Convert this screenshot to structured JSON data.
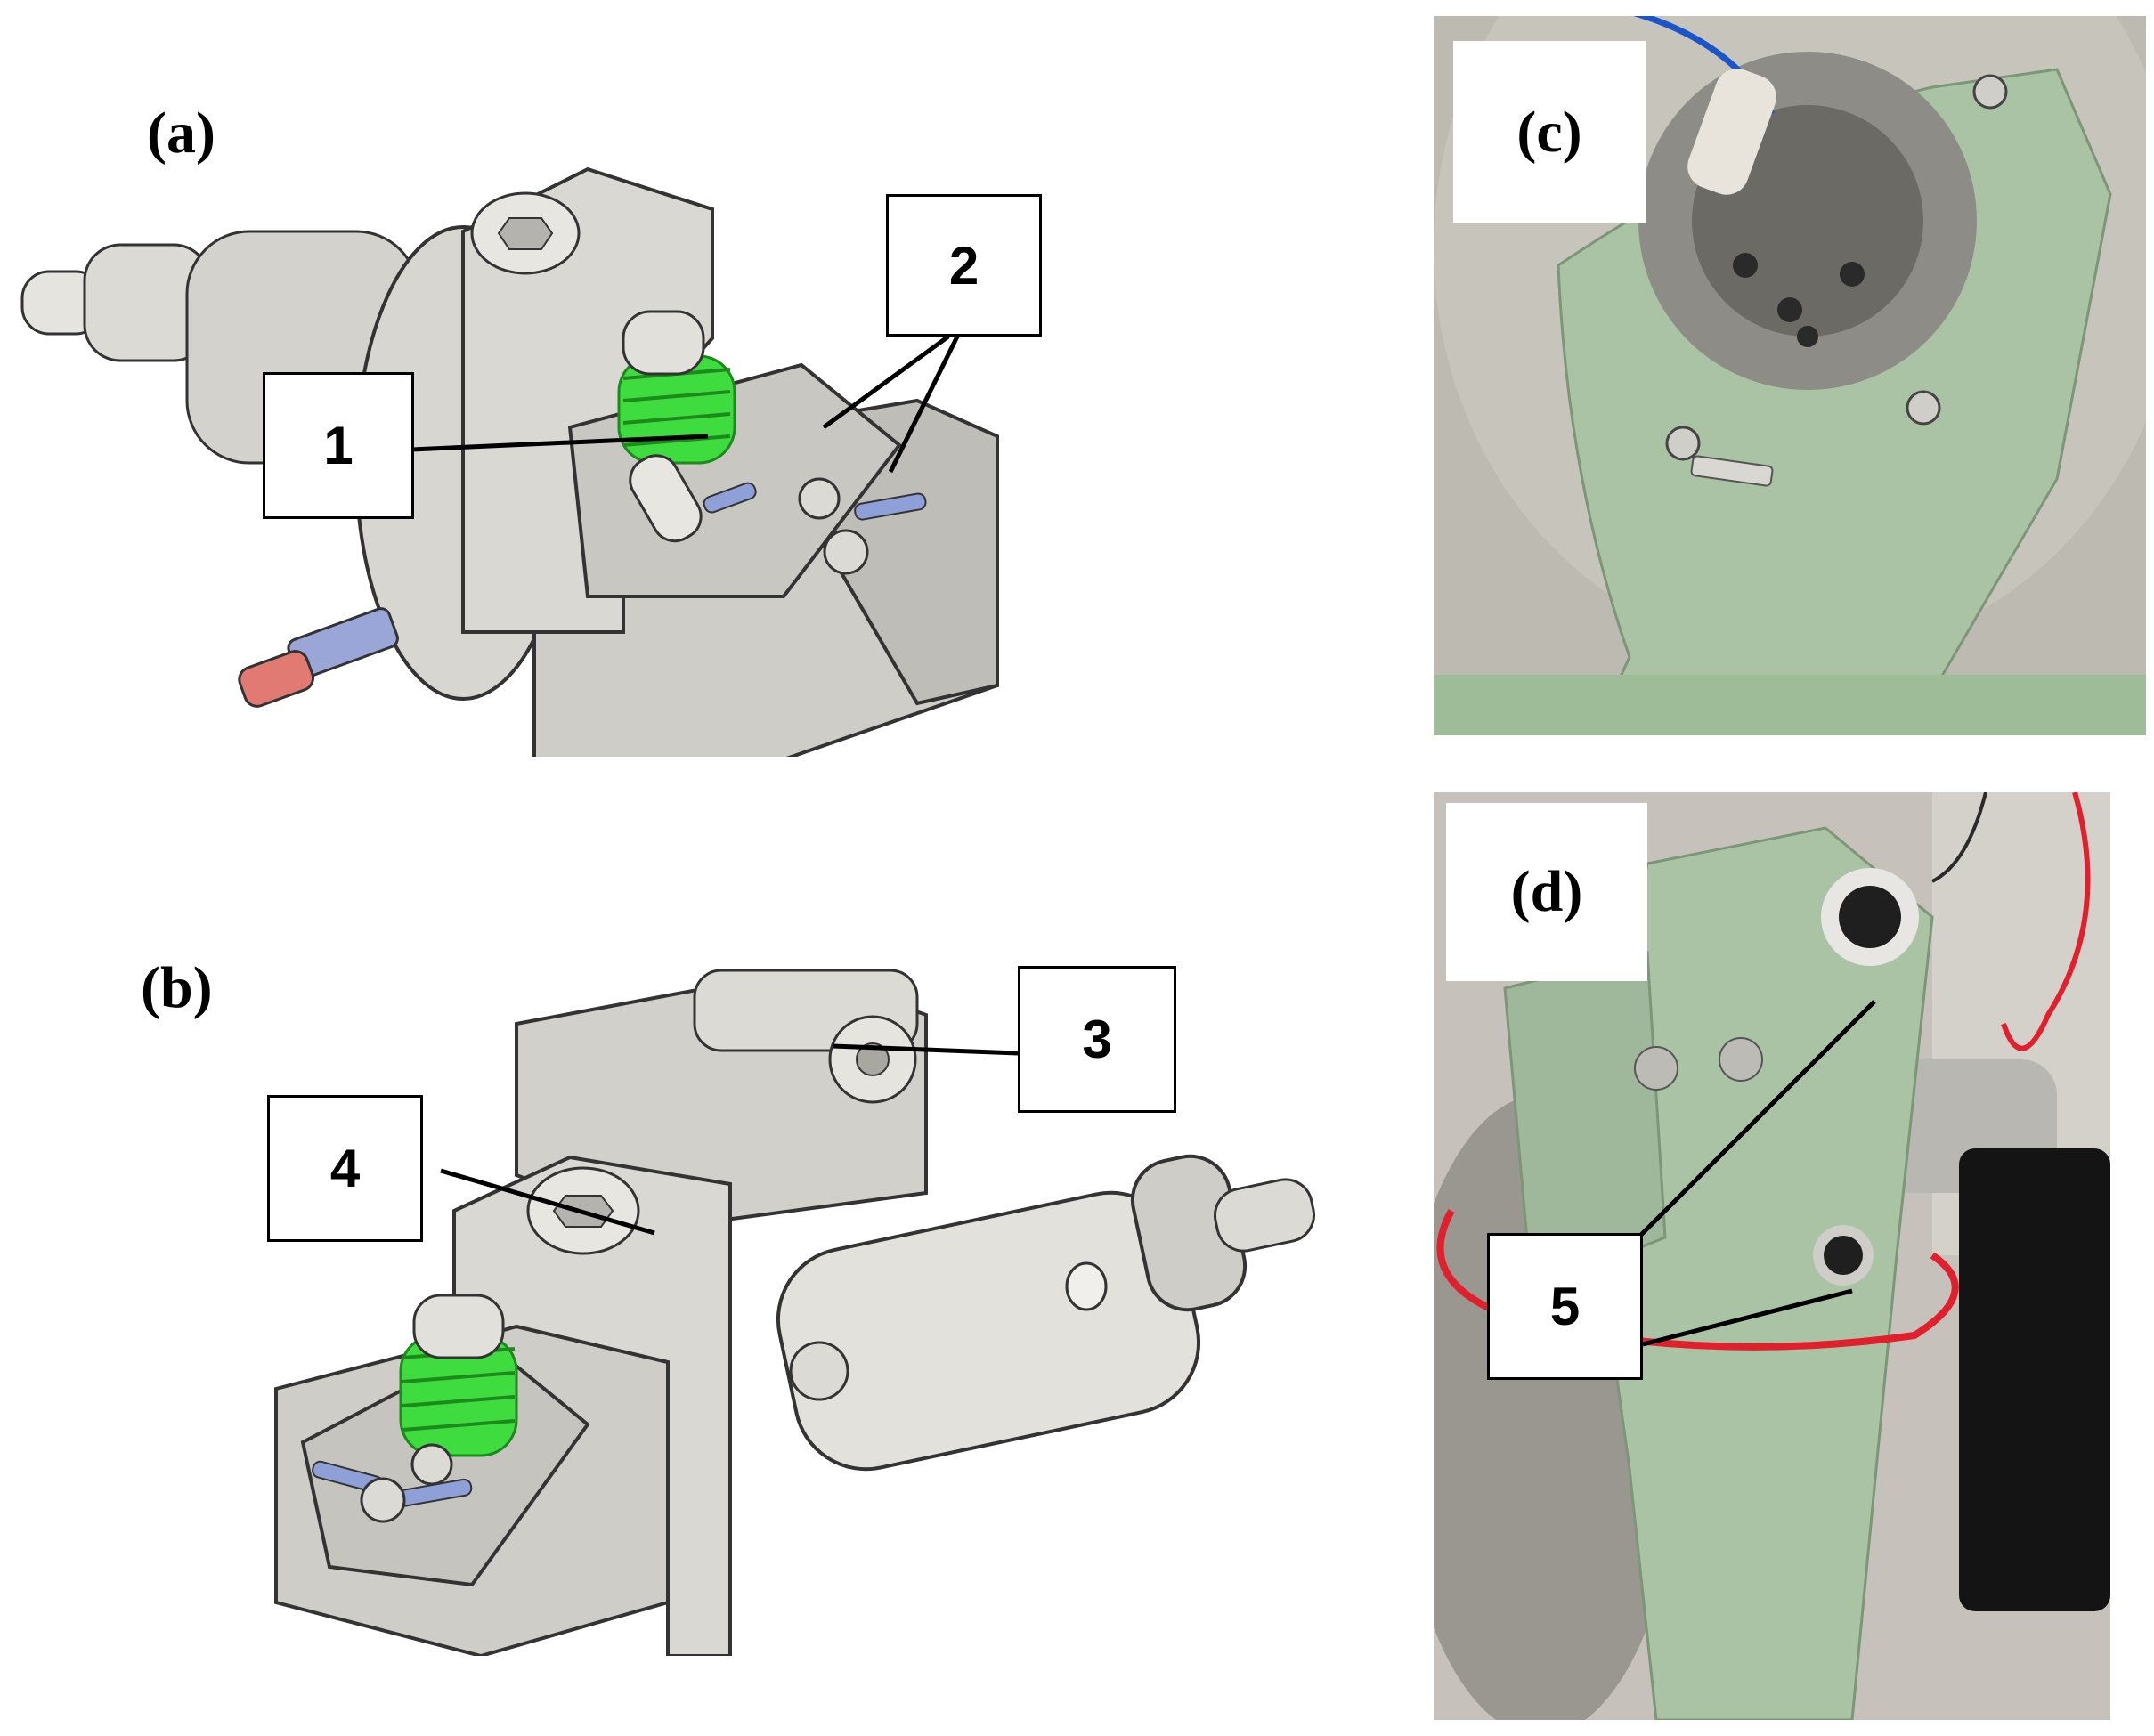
{
  "panels": {
    "a": {
      "label": "(a)"
    },
    "b": {
      "label": "(b)"
    },
    "c": {
      "label": "(c)"
    },
    "d": {
      "label": "(d)"
    }
  },
  "callouts": {
    "c1": "1",
    "c2": "2",
    "c3": "3",
    "c4": "4",
    "c5": "5"
  },
  "colors": {
    "metal": "#d8d6d0",
    "metal_dark": "#a9a7a1",
    "spring": "#3fdc3f",
    "bracket_green": "#a9c3a4",
    "photo_bg": "#bdbab2",
    "pin_blue": "#8f9fd8",
    "tip_red": "#e06b6b",
    "wire_red": "#e0202c",
    "wire_blue": "#1b55c9"
  }
}
